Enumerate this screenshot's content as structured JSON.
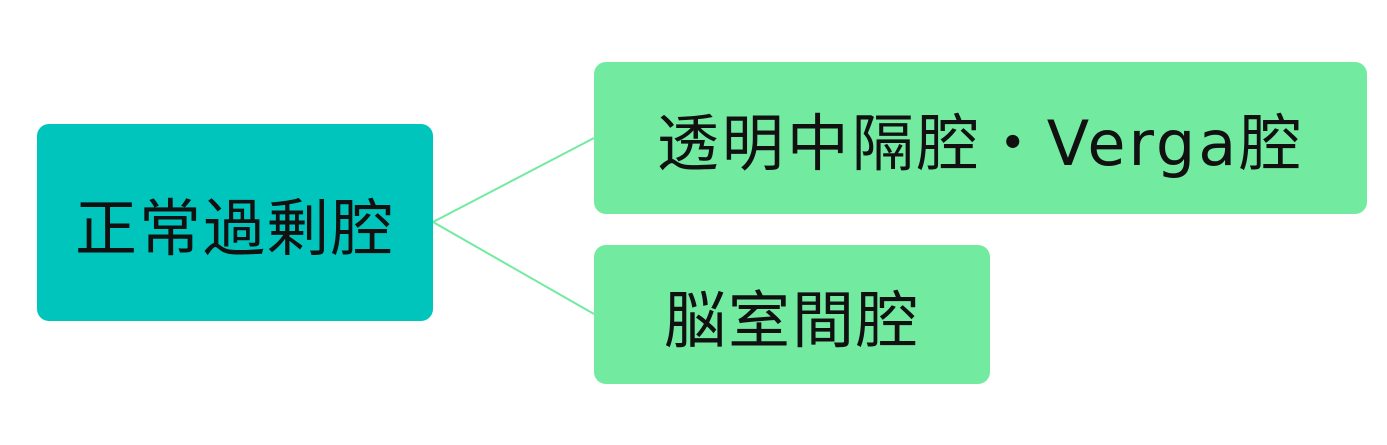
{
  "root": {
    "label": "正常過剰腔",
    "color": "#00c5bc"
  },
  "children": [
    {
      "label": "透明中隔腔・Verga腔",
      "color": "#72eba0"
    },
    {
      "label": "脳室間腔",
      "color": "#72eba0"
    }
  ],
  "connector_color": "#72eba0"
}
